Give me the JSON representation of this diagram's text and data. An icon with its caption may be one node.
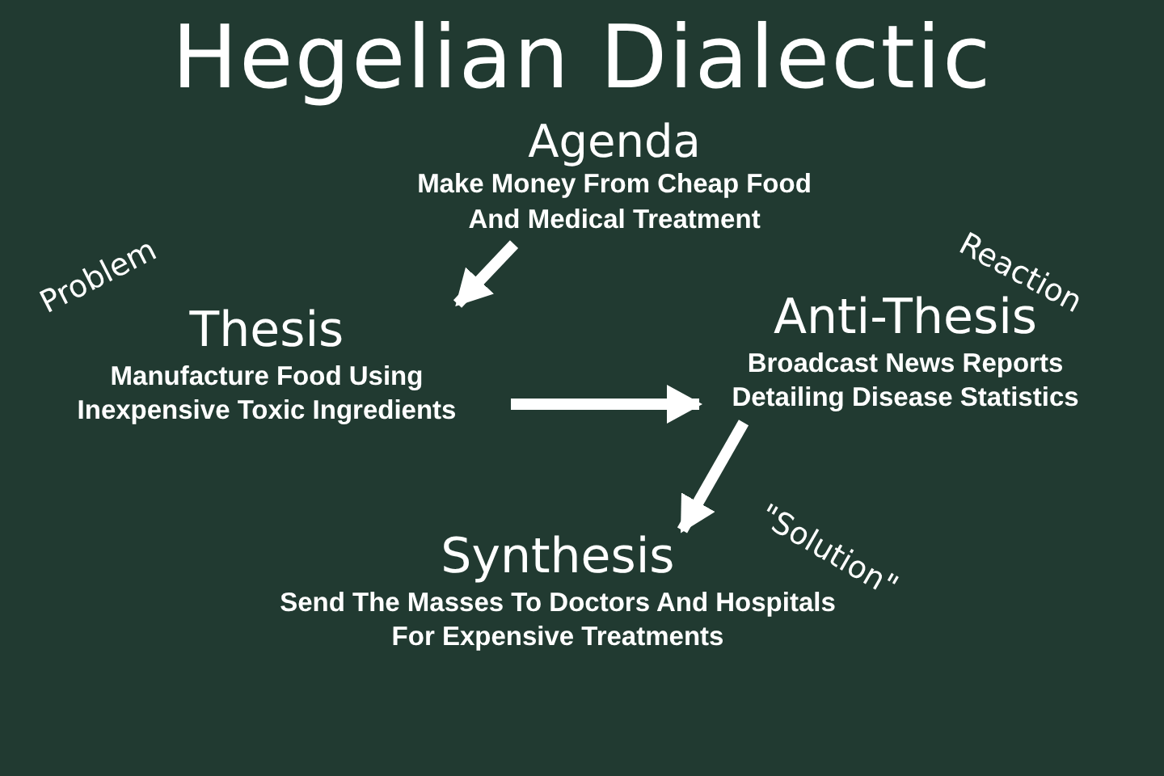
{
  "diagram": {
    "title": "Hegelian Dialectic",
    "nodes": [
      {
        "text": [
          "Agenda",
          "Make Money From Cheap Food And Medical Treatment"
        ]
      },
      {
        "text": [
          "Thesis",
          "Manufacture Food Using Inexpensive Toxic Ingredients"
        ],
        "beside": [
          "Problem"
        ]
      },
      {
        "text": [
          "Anti-Thesis",
          "Broadcast News Reports Detailing Disease Statistics"
        ],
        "beside": [
          "Reaction"
        ]
      },
      {
        "text": [
          "Synthesis",
          "Send The Masses To Doctors And Hospitals For Expensive Treatments"
        ],
        "beside": [
          "\"Solution\""
        ]
      }
    ],
    "edges": [
      {
        "from": 0,
        "to": 1,
        "arrow": "to"
      },
      {
        "from": 1,
        "to": 2,
        "arrow": "to"
      },
      {
        "from": 2,
        "to": 3,
        "arrow": "to"
      }
    ]
  }
}
